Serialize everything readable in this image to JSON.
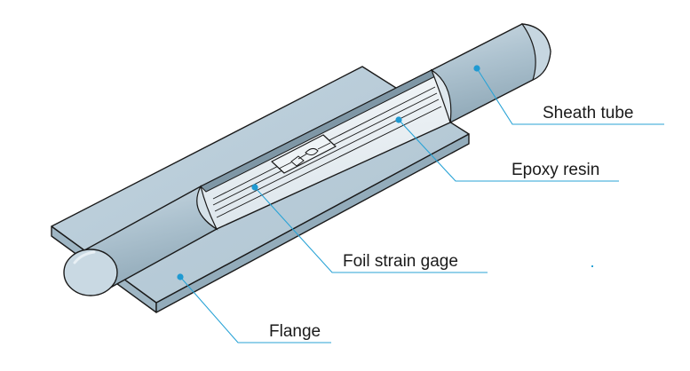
{
  "diagram": {
    "labels": {
      "sheath_tube": "Sheath tube",
      "epoxy_resin": "Epoxy resin",
      "foil_strain_gage": "Foil strain gage",
      "flange": "Flange"
    },
    "colors": {
      "outline": "#1a1a1a",
      "flange_top": "#b9cdd9",
      "flange_edge": "#9fb6c4",
      "tube_body": "#aec3d0",
      "tube_end": "#c9d9e3",
      "resin": "#e8eef2",
      "callout_line": "#29a3d6",
      "callout_dot": "#1f9ad2"
    }
  }
}
